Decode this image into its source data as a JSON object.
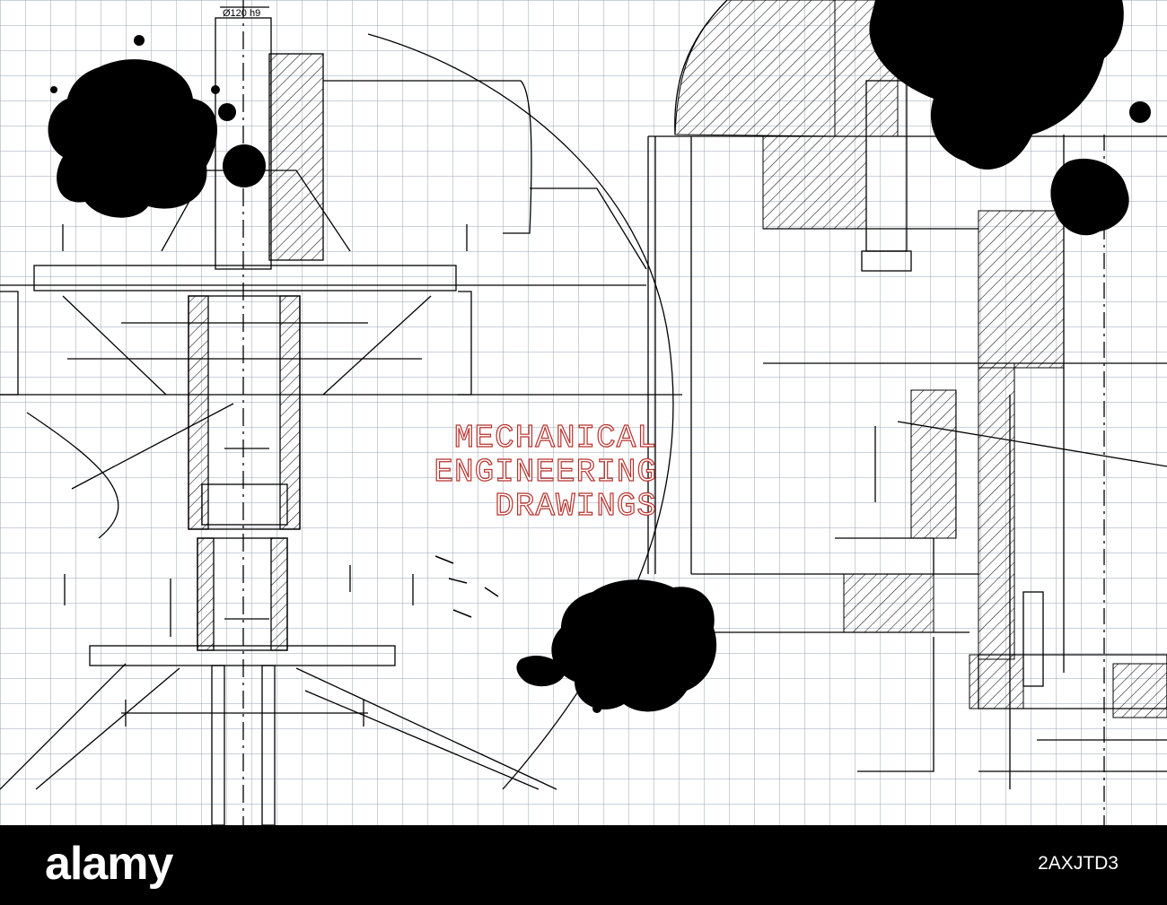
{
  "annotation": "Ø120 h9",
  "title_lines": [
    "MECHANICAL",
    "ENGINEERING",
    "DRAWINGS"
  ],
  "footer": {
    "logo": "alamy",
    "stock_id": "2AXJTD3"
  },
  "colors": {
    "title_stroke": "#b8322c",
    "grid": "#9aa6b4",
    "line": "#000000",
    "ink": "#000000"
  }
}
